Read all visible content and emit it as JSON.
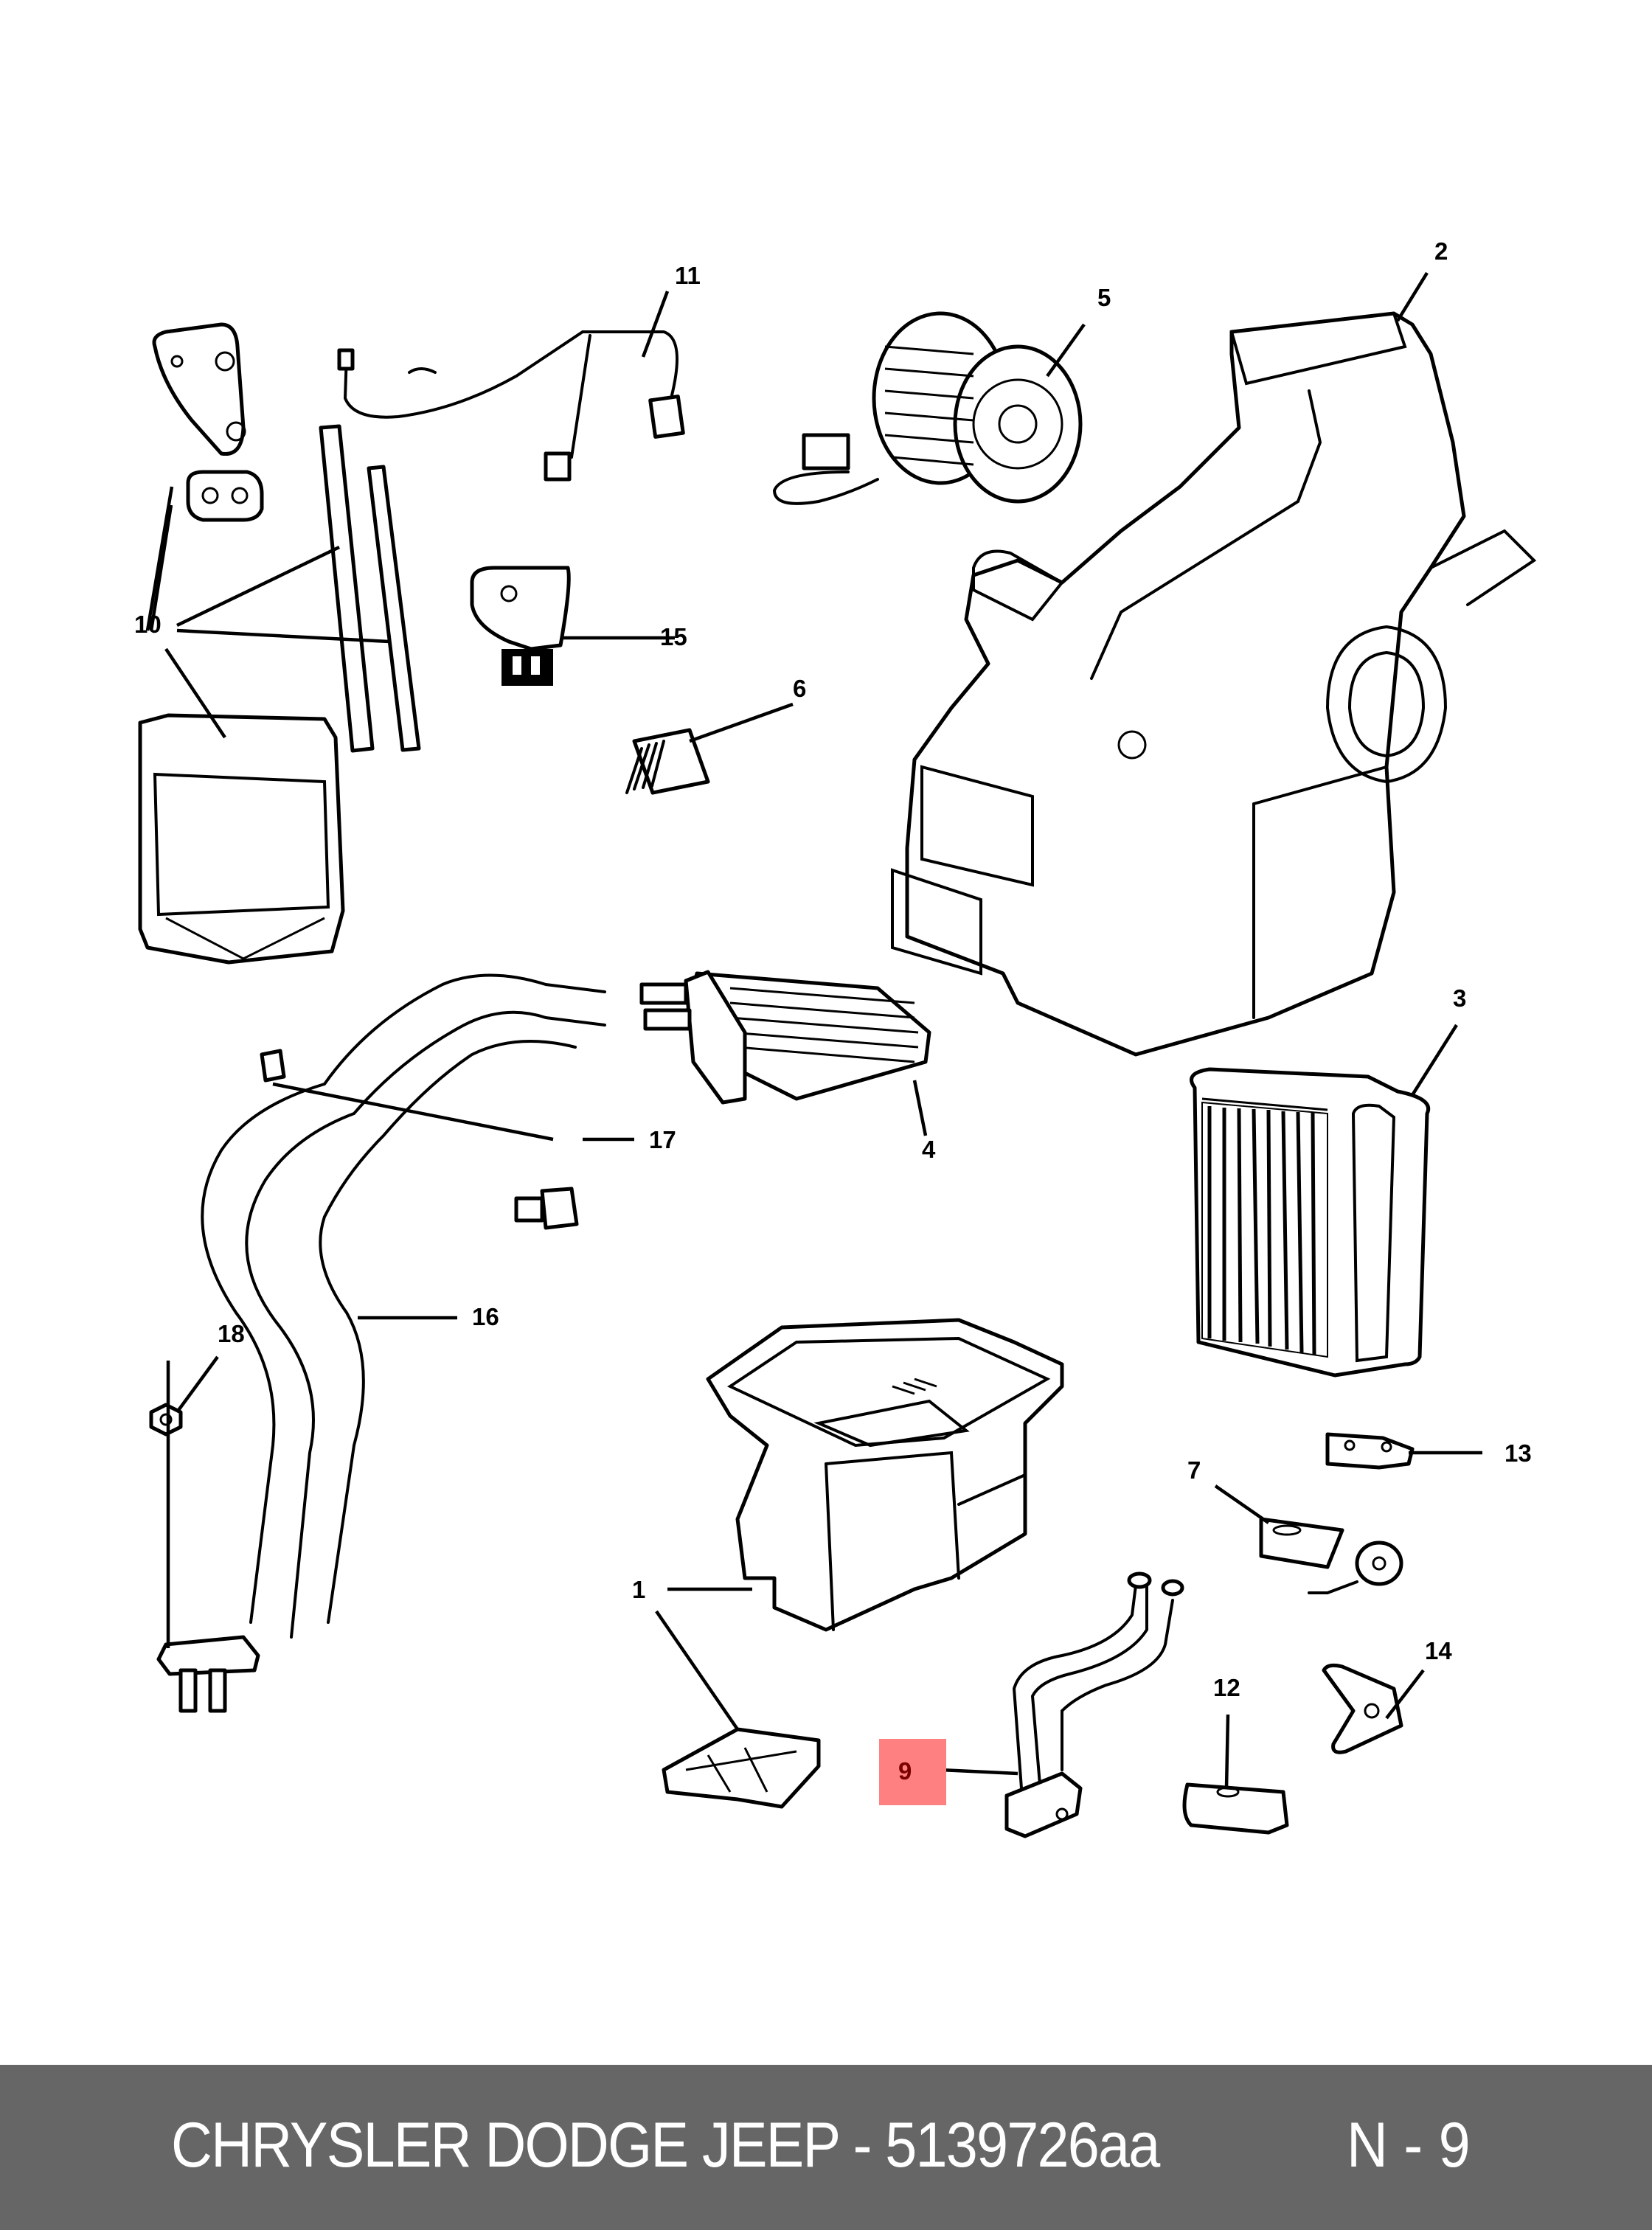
{
  "diagram": {
    "title": "HVAC heater / A-C housing exploded parts diagram",
    "highlight_color": "#ff8080",
    "highlighted_callout": "9",
    "callouts": [
      {
        "id": "1",
        "label": "1",
        "part": "air-distribution-housing"
      },
      {
        "id": "2",
        "label": "2",
        "part": "hvac-housing"
      },
      {
        "id": "3",
        "label": "3",
        "part": "evaporator-core"
      },
      {
        "id": "4",
        "label": "4",
        "part": "heater-core"
      },
      {
        "id": "5",
        "label": "5",
        "part": "blower-motor"
      },
      {
        "id": "6",
        "label": "6",
        "part": "blower-resistor"
      },
      {
        "id": "7",
        "label": "7",
        "part": "expansion-valve"
      },
      {
        "id": "9",
        "label": "9",
        "part": "ac-line-plumbing"
      },
      {
        "id": "10",
        "label": "10",
        "part": "seals-and-foam"
      },
      {
        "id": "11",
        "label": "11",
        "part": "wire-harness"
      },
      {
        "id": "12",
        "label": "12",
        "part": "seal-block"
      },
      {
        "id": "13",
        "label": "13",
        "part": "seal-plate"
      },
      {
        "id": "14",
        "label": "14",
        "part": "bracket"
      },
      {
        "id": "15",
        "label": "15",
        "part": "actuator"
      },
      {
        "id": "16",
        "label": "16",
        "part": "heater-hoses"
      },
      {
        "id": "17",
        "label": "17",
        "part": "bolt"
      },
      {
        "id": "18",
        "label": "18",
        "part": "nut"
      }
    ]
  },
  "footer": {
    "title": "CHRYSLER DODGE JEEP - 5139726aa",
    "ref": "N - 9",
    "background": "#666666"
  }
}
